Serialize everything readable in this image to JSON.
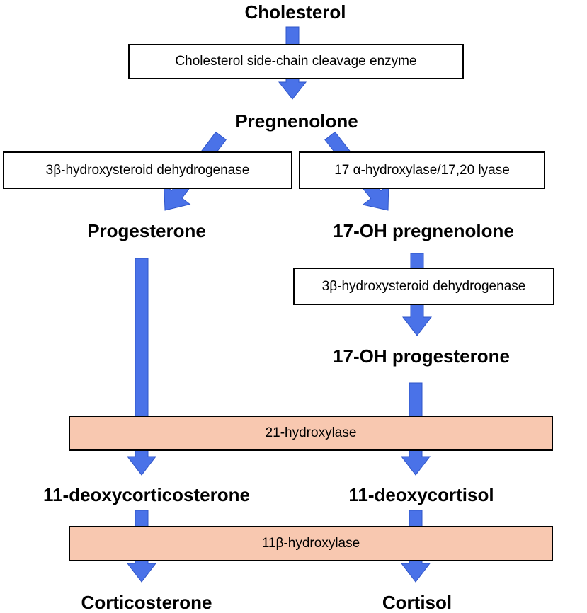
{
  "colors": {
    "arrow": "#4a72e8",
    "arrow_stroke": "#2f55c8",
    "shared_enzyme_fill": "#f8c8b0",
    "box_border": "#000000"
  },
  "compounds": {
    "cholesterol": "Cholesterol",
    "pregnenolone": "Pregnenolone",
    "progesterone": "Progesterone",
    "oh17_pregnenolone": "17-OH pregnenolone",
    "oh17_progesterone": "17-OH progesterone",
    "deoxycorticosterone": "11-deoxycorticosterone",
    "deoxycortisol": "11-deoxycortisol",
    "corticosterone": "Corticosterone",
    "cortisol": "Cortisol"
  },
  "enzymes": {
    "scc": "Cholesterol side-chain cleavage enzyme",
    "hsd3b_left": "3β-hydroxysteroid dehydrogenase",
    "cyp17": "17 α-hydroxylase/17,20 lyase",
    "hsd3b_right": "3β-hydroxysteroid dehydrogenase",
    "hydroxylase21": "21-hydroxylase",
    "hydroxylase11b": "11β-hydroxylase"
  }
}
